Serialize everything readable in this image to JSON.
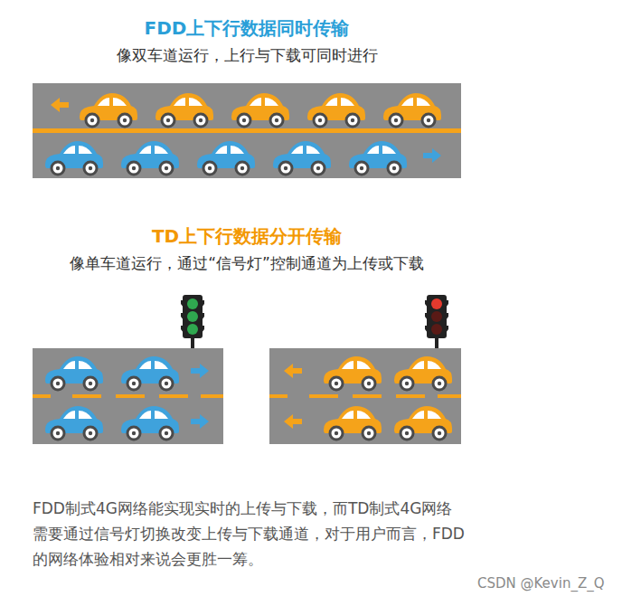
{
  "diagram": {
    "caption": "FDD制式4G网络能实现实时的上传与下载，而TD制式4G网络需要通过信号灯切换改变上传与下载通道，对于用户而言，FDD的网络体验相对来说会更胜一筹。",
    "labels": [
      "FDD上下行数据同时传输",
      "像双车道运行，上行与下载可同时进行",
      "TD上下行数据分开传输",
      "像单车道运行，通过“信号灯”控制通道为上传或下载",
      "CSDN @Kevin_Z_Q"
    ]
  }
}
